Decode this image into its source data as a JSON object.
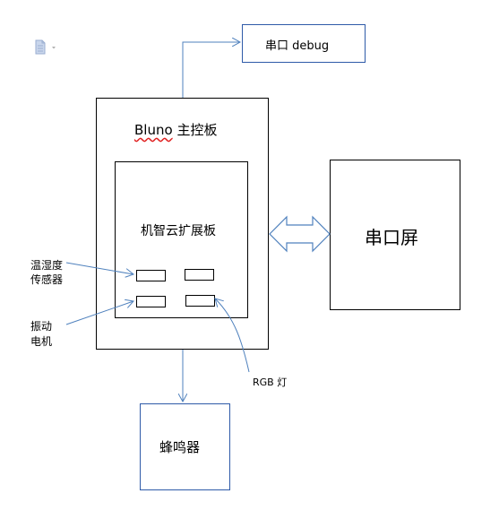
{
  "blocks": {
    "serial_debug": "串口 debug",
    "main_board_prefix": "Bluno",
    "main_board_suffix": "主控板",
    "expansion_board": "机智云扩展板",
    "serial_screen": "串口屏",
    "buzzer": "蜂鸣器"
  },
  "labels": {
    "temp_humidity_line1": "温湿度",
    "temp_humidity_line2": "传感器",
    "vibration_line1": "振动",
    "vibration_line2": "电机",
    "rgb_led": "RGB 灯"
  },
  "colors": {
    "box_border": "#000000",
    "blue_box_border": "#2e5aa8",
    "connector": "#4f81bd",
    "spellcheck_underline": "#e02020",
    "icon": "#9aaed0"
  }
}
